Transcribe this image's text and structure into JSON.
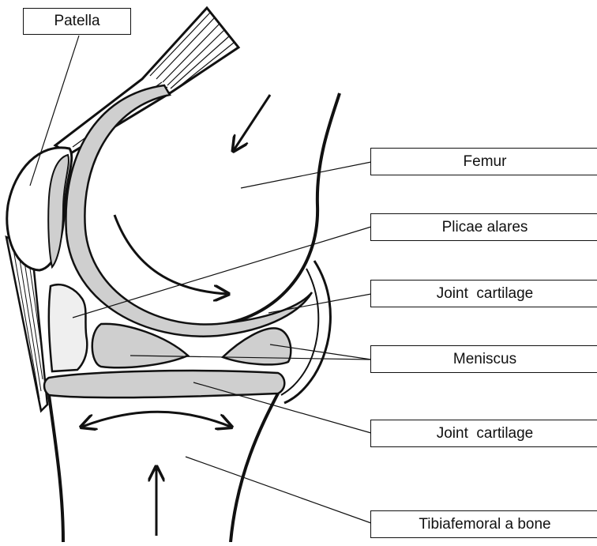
{
  "labels": {
    "patella": "Patella",
    "femur": "Femur",
    "plicae_alares": "Plicae alares",
    "joint_cartilage_upper": "Joint  cartilage",
    "meniscus": "Meniscus",
    "joint_cartilage_lower": "Joint  cartilage",
    "tibiafemoral": "Tibiafemoral a bone"
  },
  "colors": {
    "outline": "#111111",
    "cartilage_fill": "#cfcfcf",
    "plica_fill": "#efefef",
    "background": "#ffffff"
  }
}
